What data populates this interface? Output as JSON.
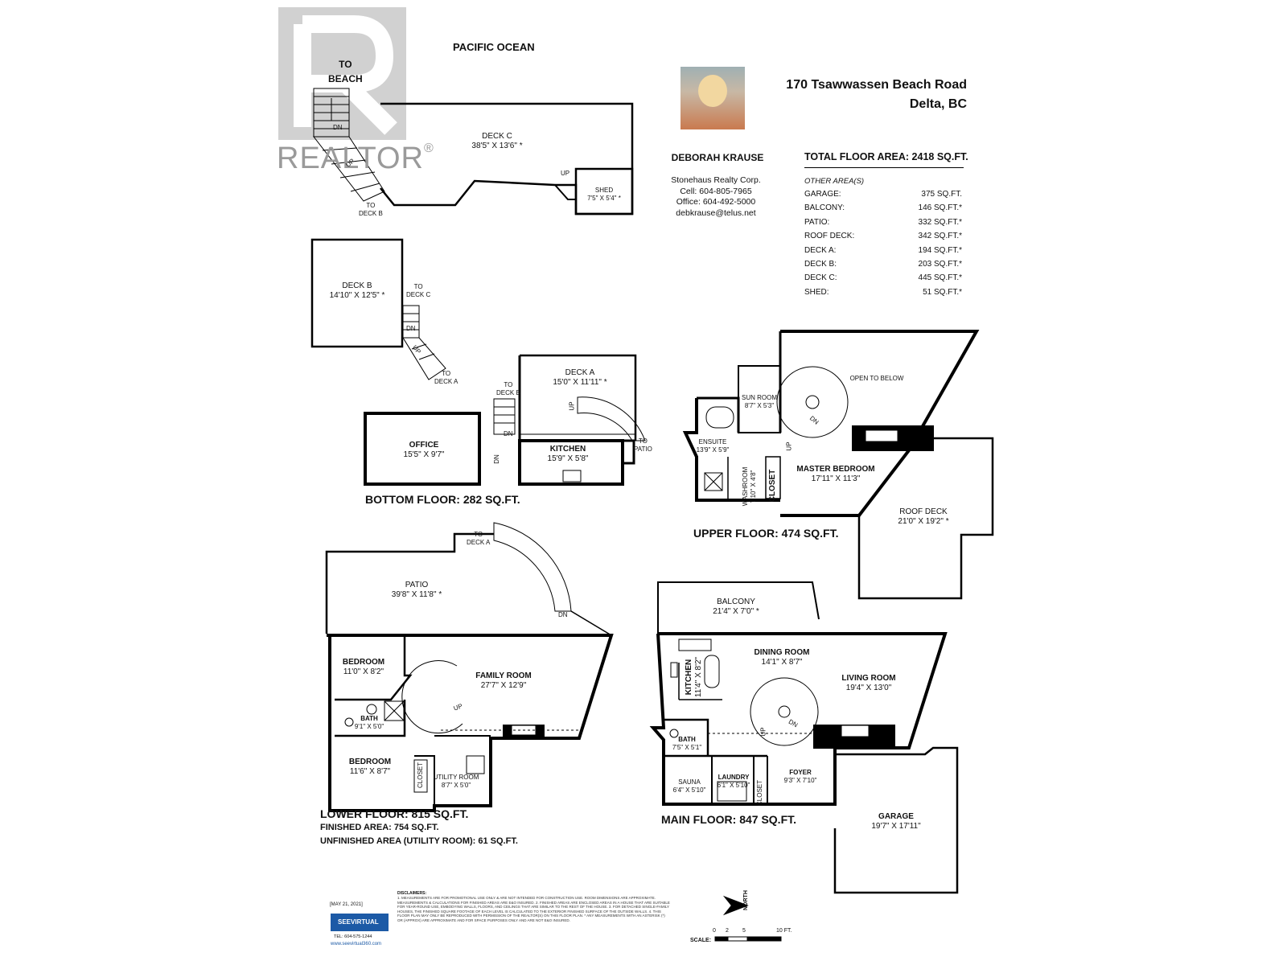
{
  "watermark": {
    "brand": "REALTOR",
    "mark": "®"
  },
  "header": {
    "address_line1": "170 Tsawwassen Beach Road",
    "address_line2": "Delta, BC",
    "ocean": "PACIFIC OCEAN"
  },
  "agent": {
    "name": "DEBORAH KRAUSE",
    "company": "Stonehaus Realty Corp.",
    "cell": "Cell: 604-805-7965",
    "office": "Office: 604-492-5000",
    "email": "debkrause@telus.net"
  },
  "areas": {
    "total": "TOTAL FLOOR AREA:  2418 SQ.FT.",
    "other_title": "OTHER AREA(S)",
    "rows": [
      {
        "label": "GARAGE:",
        "value": "375 SQ.FT."
      },
      {
        "label": "BALCONY:",
        "value": "146 SQ.FT.*"
      },
      {
        "label": "PATIO:",
        "value": "332 SQ.FT.*"
      },
      {
        "label": "ROOF DECK:",
        "value": "342 SQ.FT.*"
      },
      {
        "label": "DECK A:",
        "value": "194 SQ.FT.*"
      },
      {
        "label": "DECK B:",
        "value": "203 SQ.FT.*"
      },
      {
        "label": "DECK C:",
        "value": "445 SQ.FT.*"
      },
      {
        "label": "SHED:",
        "value": "51 SQ.FT.*"
      }
    ]
  },
  "stairs_labels": {
    "to_beach": "TO\nBEACH",
    "dn": "DN",
    "up": "UP",
    "to_deck_a": "TO\nDECK A",
    "to_deck_b": "TO\nDECK B",
    "to_deck_c": "TO\nDECK C",
    "to_patio": "TO\nPATIO"
  },
  "rooms": {
    "deck_c": {
      "name": "DECK C",
      "dim": "38'5\" X 13'6\" *"
    },
    "shed": {
      "name": "SHED",
      "dim": "7'5\" X 5'4\" *"
    },
    "deck_b": {
      "name": "DECK B",
      "dim": "14'10\" X 12'5\" *"
    },
    "deck_a": {
      "name": "DECK A",
      "dim": "15'0\" X 11'11\" *"
    },
    "office": {
      "name": "OFFICE",
      "dim": "15'5\" X 9'7\""
    },
    "kitchen_bottom": {
      "name": "KITCHEN",
      "dim": "15'9\" X 5'8\""
    },
    "sun_room": {
      "name": "SUN ROOM",
      "dim": "8'7\" X 5'3\""
    },
    "open_below": {
      "name": "OPEN TO BELOW"
    },
    "ensuite": {
      "name": "ENSUITE",
      "dim": "13'9\" X 5'9\""
    },
    "master": {
      "name": "MASTER BEDROOM",
      "dim": "17'11\" X 11'3\""
    },
    "washroom": {
      "name": "WASHROOM",
      "dim": "7'10\" X 4'8\""
    },
    "closet": {
      "name": "CLOSET"
    },
    "roof_deck": {
      "name": "ROOF DECK",
      "dim": "21'0\" X 19'2\" *"
    },
    "patio": {
      "name": "PATIO",
      "dim": "39'8\" X 11'8\" *"
    },
    "bedroom1": {
      "name": "BEDROOM",
      "dim": "11'0\" X 8'2\""
    },
    "family": {
      "name": "FAMILY ROOM",
      "dim": "27'7\" X 12'9\""
    },
    "bath_lower": {
      "name": "BATH",
      "dim": "9'1\" X 5'0\""
    },
    "bedroom2": {
      "name": "BEDROOM",
      "dim": "11'6\" X 8'7\""
    },
    "utility": {
      "name": "UTILITY ROOM",
      "dim": "8'7\" X 5'0\""
    },
    "balcony": {
      "name": "BALCONY",
      "dim": "21'4\" X 7'0\" *"
    },
    "dining": {
      "name": "DINING ROOM",
      "dim": "14'1\" X 8'7\""
    },
    "living": {
      "name": "LIVING ROOM",
      "dim": "19'4\" X 13'0\""
    },
    "kitchen_main": {
      "name": "KITCHEN",
      "dim": "11'4\" X 8'2\""
    },
    "bath_main": {
      "name": "BATH",
      "dim": "7'5\" X 5'1\""
    },
    "sauna": {
      "name": "SAUNA",
      "dim": "6'4\" X 5'10\""
    },
    "laundry": {
      "name": "LAUNDRY",
      "dim": "6'1\" X 5'10\""
    },
    "foyer": {
      "name": "FOYER",
      "dim": "9'3\" X 7'10\""
    },
    "garage": {
      "name": "GARAGE",
      "dim": "19'7\" X 17'11\""
    }
  },
  "floors": {
    "bottom": "BOTTOM FLOOR: 282 SQ.FT.",
    "upper": "UPPER FLOOR: 474 SQ.FT.",
    "lower": "LOWER FLOOR: 815 SQ.FT.",
    "lower_finished": "FINISHED AREA: 754 SQ.FT.",
    "lower_unfinished": "UNFINISHED AREA (UTILITY ROOM): 61 SQ.FT.",
    "main": "MAIN FLOOR: 847 SQ.FT."
  },
  "footer": {
    "date": "[MAY 21, 2021]",
    "logo": "SEEVIRTUAL",
    "tel": "TEL: 604-575-1244",
    "web": "www.seevirtual360.com",
    "disclaimer_title": "DISCLAIMERS:",
    "disclaimer": "1. MEASUREMENTS ARE FOR PROMOTIONAL USE ONLY & ARE NOT INTENDED FOR CONSTRUCTION USE. ROOM DIMENSIONS ARE APPROXIMATE. MEASUREMENTS & CALCULATIONS FOR FINISHED AREAS ARE E&O INSURED. 2. FINISHED AREAS ARE ENCLOSED AREAS IN A HOUSE THAT ARE SUITABLE FOR YEAR-ROUND USE, EMBODYING WALLS, FLOORS, AND CEILINGS THAT ARE SIMILAR TO THE REST OF THE HOUSE. 3. FOR DETACHED SINGLE-FAMILY HOUSES, THE FINISHED SQUARE FOOTAGE OF EACH LEVEL IS CALCULATED TO THE EXTERIOR FINISHED SURFACE OF THE OUTSIDE WALLS. 4. THIS FLOOR PLAN MAY ONLY BE REPRODUCED WITH PERMISSION OF THE REALTOR(S) ON THIS FLOOR PLAN. * ANY MEASUREMENTS WITH AN ASTERISK (*) OR (APPROX) ARE APPROXIMATE AND FOR SPACE PURPOSES ONLY AND ARE NOT E&O INSURED.",
    "north": "NORTH",
    "scale_label": "SCALE:",
    "scale_ticks": [
      "0",
      "2",
      "5",
      "10 FT."
    ]
  }
}
